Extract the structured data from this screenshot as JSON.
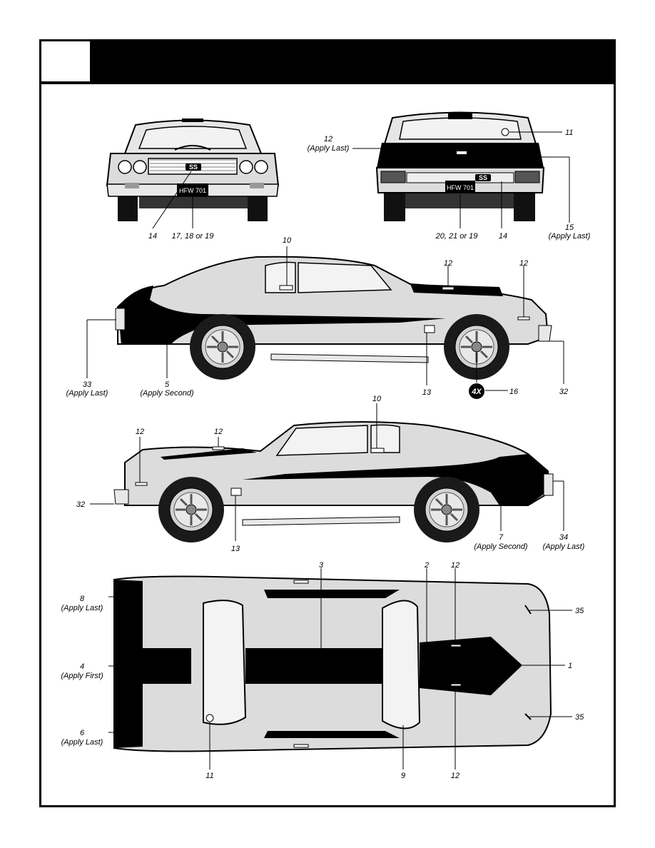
{
  "callouts": {
    "front_14": "14",
    "front_plate": "17, 18 or 19",
    "rear_12_num": "12",
    "rear_12_note": "(Apply Last)",
    "rear_11": "11",
    "rear_plate": "20, 21 or 19",
    "rear_14": "14",
    "rear_15_num": "15",
    "rear_15_note": "(Apply Last)",
    "side1_10": "10",
    "side1_12a": "12",
    "side1_12b": "12",
    "side1_33_num": "33",
    "side1_33_note": "(Apply Last)",
    "side1_5_num": "5",
    "side1_5_note": "(Apply Second)",
    "side1_13": "13",
    "side1_qty": "4X",
    "side1_16": "16",
    "side1_32": "32",
    "side2_10": "10",
    "side2_12a": "12",
    "side2_12b": "12",
    "side2_32": "32",
    "side2_13": "13",
    "side2_7_num": "7",
    "side2_7_note": "(Apply Second)",
    "side2_34_num": "34",
    "side2_34_note": "(Apply Last)",
    "top_3": "3",
    "top_2": "2",
    "top_12a": "12",
    "top_8_num": "8",
    "top_8_note": "(Apply Last)",
    "top_35a": "35",
    "top_4_num": "4",
    "top_4_note": "(Apply First)",
    "top_1": "1",
    "top_6_num": "6",
    "top_6_note": "(Apply Last)",
    "top_35b": "35",
    "top_11": "11",
    "top_9": "9",
    "top_12b": "12"
  },
  "decal_text": {
    "plate": "HFW 701",
    "ss": "SS"
  },
  "colors": {
    "ink": "#000000",
    "body": "#dcdcdc",
    "body_light": "#ececec",
    "tire": "#1a1a1a",
    "rim": "#c8c8c8"
  }
}
